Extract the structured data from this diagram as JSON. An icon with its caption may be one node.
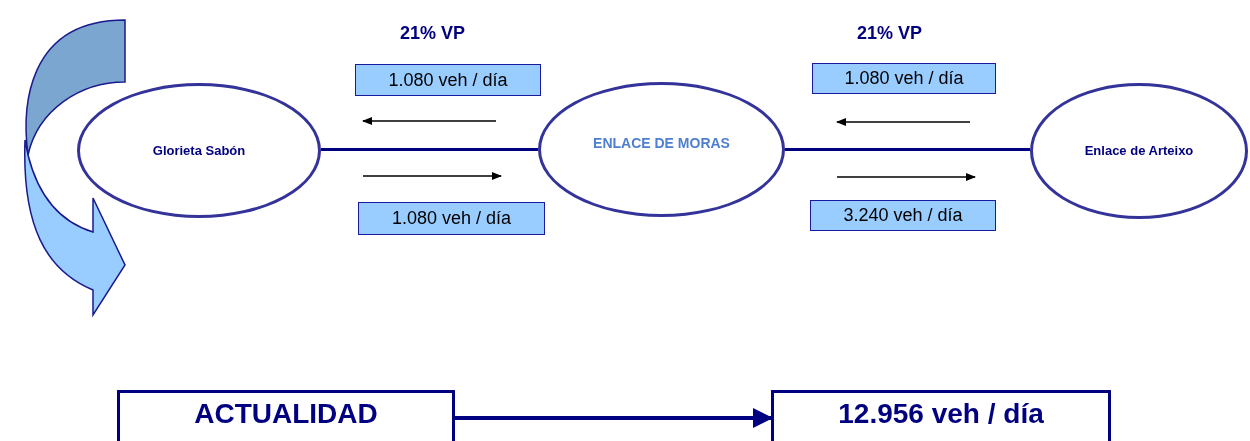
{
  "diagram": {
    "nodes": [
      {
        "text": [
          "Glorieta Sabón"
        ]
      },
      {
        "text": [
          "ENLACE DE MORAS"
        ]
      },
      {
        "text": [
          "Enlace de Arteixo"
        ]
      },
      {
        "text": [
          "1.080 veh / día"
        ]
      },
      {
        "text": [
          "1.080 veh / día"
        ]
      },
      {
        "text": [
          "1.080 veh / día"
        ]
      },
      {
        "text": [
          "3.240 veh / día"
        ]
      },
      {
        "text": [
          "ACTUALIDAD"
        ]
      },
      {
        "text": [
          "12.956 veh / día"
        ]
      }
    ],
    "edges": [
      {
        "from": 0,
        "to": 1,
        "arrow": "none"
      },
      {
        "from": 1,
        "to": 2,
        "arrow": "none"
      },
      {
        "from": 7,
        "to": 8,
        "arrow": "to"
      }
    ],
    "labels": [
      "21% VP",
      "21% VP"
    ]
  }
}
